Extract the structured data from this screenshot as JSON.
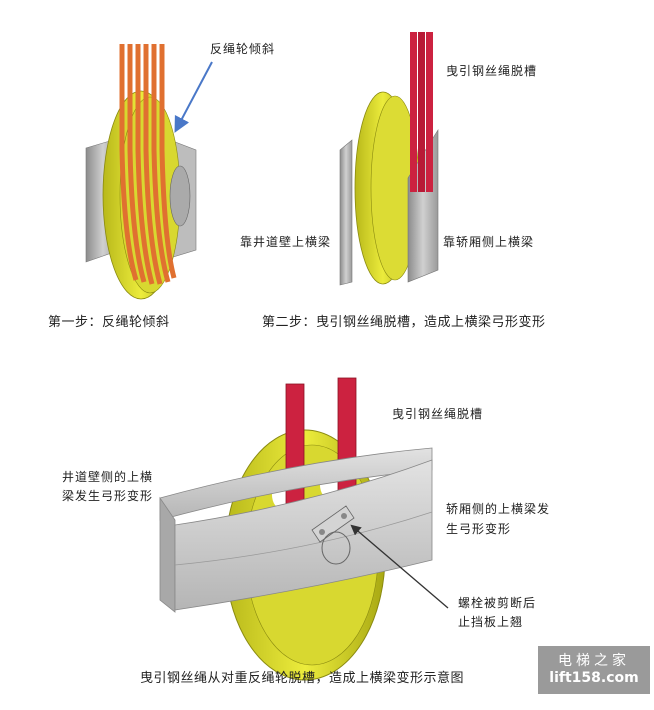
{
  "step1": {
    "callout": "反绳轮倾斜",
    "caption": "第一步：反绳轮倾斜"
  },
  "step2": {
    "callout_top": "曳引钢丝绳脱槽",
    "callout_left": "靠井道壁上横梁",
    "callout_right": "靠轿厢侧上横梁",
    "caption": "第二步：曳引钢丝绳脱槽，造成上横梁弓形变形"
  },
  "step3": {
    "callout_top": "曳引钢丝绳脱槽",
    "callout_left_line1": "井道壁侧的上横",
    "callout_left_line2": "梁发生弓形变形",
    "callout_right_line1": "轿厢侧的上横梁发",
    "callout_right_line2": "生弓形变形",
    "callout_bolt_line1": "螺栓被剪断后",
    "callout_bolt_line2": "止挡板上翘",
    "caption": "曳引钢丝绳从对重反绳轮脱槽，造成上横梁变形示意图"
  },
  "watermark": {
    "line1": "电梯之家",
    "line2": "lift158.com"
  },
  "colors": {
    "sheave_yellow": "#dede2a",
    "sheave_dark": "#9a9a10",
    "rope_orange": "#e0702a",
    "rope_red": "#cc2240",
    "beam_gray": "#c9c9c9",
    "arrow_blue": "#4a78c8"
  }
}
